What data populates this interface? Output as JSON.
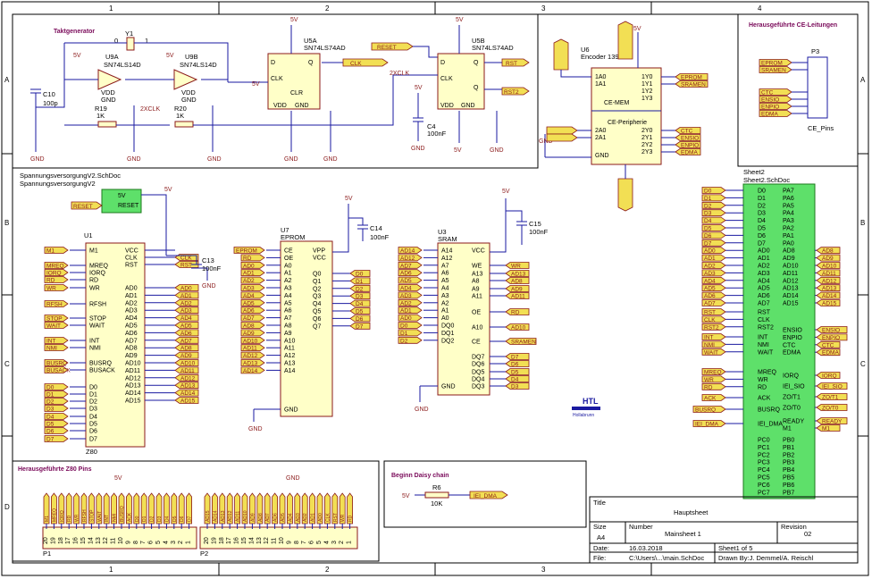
{
  "grid": {
    "cols": [
      "1",
      "2",
      "3",
      "4"
    ],
    "rows": [
      "A",
      "B",
      "C",
      "D"
    ]
  },
  "sections": {
    "taktgenerator": "Taktgenerator",
    "ce_leitungen": "Herausgeführte CE-Leitungen",
    "spannung": "SpannungsversorgungV2.SchDoc",
    "spannung_name": "SpannungsversorgungV2",
    "z80_pins": "Herausgeführte Z80 Pins",
    "daisy": "Beginn Daisy chain"
  },
  "parts": {
    "y1": {
      "ref": "Y1",
      "pin0": "0",
      "pin1": "1"
    },
    "u9a": {
      "ref": "U9A",
      "part": "SN74LS14D"
    },
    "u9b": {
      "ref": "U9B",
      "part": "SN74LS14D"
    },
    "c10": {
      "ref": "C10",
      "value": "100p"
    },
    "r19": {
      "ref": "R19",
      "value": "1K"
    },
    "r20": {
      "ref": "R20",
      "value": "1K"
    },
    "u5a": {
      "ref": "U5A",
      "part": "SN74LS74AD"
    },
    "u5b": {
      "ref": "U5B",
      "part": "SN74LS74AD"
    },
    "c4": {
      "ref": "C4",
      "value": "100nF"
    },
    "u6": {
      "ref": "U6",
      "part": "Encoder 139",
      "a": "CE-MEM",
      "b": "CE-Peripherie"
    },
    "p3": {
      "ref": "P3",
      "part": "CE_Pins"
    },
    "u1": {
      "ref": "U1",
      "part": "Z80"
    },
    "c13": {
      "ref": "C13",
      "value": "100nF"
    },
    "u7": {
      "ref": "U7",
      "part": "EPROM"
    },
    "c14": {
      "ref": "C14",
      "value": "100nF"
    },
    "u3": {
      "ref": "U3",
      "part": "SRAM"
    },
    "c15": {
      "ref": "C15",
      "value": "100nF"
    },
    "sheet2": {
      "ref": "Sheet2",
      "file": "Sheet2.SchDoc"
    },
    "r6": {
      "ref": "R6",
      "value": "10K"
    },
    "p1": {
      "ref": "P1"
    },
    "p2": {
      "ref": "P2"
    }
  },
  "nets": {
    "v5": "5V",
    "gnd": "GND",
    "clk": "CLK",
    "x2clk": "2XCLK",
    "reset": "RESET",
    "rst": "RST",
    "rst2": "RST2",
    "vdd": "VDD",
    "iei_dma": "IEI_DMA"
  },
  "ce_outputs": [
    "EPROM",
    "SRAMEN",
    "CTC",
    "ENSIO",
    "ENPIO",
    "EDMA"
  ],
  "u1_left_pins": [
    "M1",
    "MREQ",
    "IORQ",
    "RD",
    "WR",
    "RFSH",
    "STOP",
    "WAIT",
    "INT",
    "NMI",
    "BUSRQ",
    "BUSACK",
    "D0",
    "D1",
    "D2",
    "D3",
    "D4",
    "D5",
    "D6",
    "D7"
  ],
  "u1_right_pins": [
    "VCC",
    "CLK",
    "RST",
    "WR",
    "AD0",
    "AD1",
    "AD2",
    "AD3",
    "AD4",
    "AD5",
    "AD6",
    "AD7",
    "AD8",
    "AD9",
    "AD10",
    "AD11",
    "AD12",
    "AD13",
    "AD14",
    "AD15"
  ],
  "u7_left_pins": [
    "CE",
    "OE",
    "A0",
    "A1",
    "A2",
    "A3",
    "A4",
    "A5",
    "A6",
    "A7",
    "A8",
    "A9",
    "A10",
    "A11",
    "A12",
    "A13",
    "A14",
    "GND"
  ],
  "u7_right_pins": [
    "VPP",
    "VCC",
    "Q0",
    "Q1",
    "Q2",
    "Q3",
    "Q4",
    "Q5",
    "Q6",
    "Q7"
  ],
  "u3_left_pins": [
    "A14",
    "A12",
    "A7",
    "A6",
    "A5",
    "A4",
    "A3",
    "A2",
    "A1",
    "A0",
    "DQ0",
    "DQ1",
    "DQ2",
    "GND"
  ],
  "u3_right_pins": [
    "VCC",
    "WE",
    "A13",
    "A8",
    "A9",
    "A11",
    "OE",
    "A10",
    "CE",
    "DQ7",
    "DQ6",
    "DQ5",
    "DQ4",
    "DQ3"
  ],
  "sheet2_left": [
    "D0",
    "D1",
    "D2",
    "D3",
    "D4",
    "D5",
    "D6",
    "D7",
    "AD0",
    "AD1",
    "AD2",
    "AD3",
    "AD4",
    "AD5",
    "AD6",
    "AD7",
    "RST",
    "CLK",
    "RST2",
    "INT",
    "NMI",
    "WAIT",
    "MREQ",
    "WR",
    "RD",
    "ACK",
    "BUSRQ",
    "IEI_DMA"
  ],
  "sheet2_right": [
    "PA7",
    "PA6",
    "PA5",
    "PA4",
    "PA3",
    "PA2",
    "PA1",
    "PA0",
    "AD8",
    "AD9",
    "AD10",
    "AD11",
    "AD12",
    "AD13",
    "AD14",
    "AD15",
    "ENSIO",
    "ENPIO",
    "CTC",
    "EDMA",
    "IORQ",
    "IEI_SIO",
    "ZO/T1",
    "ZO/T0",
    "READY",
    "M1",
    "PB0",
    "PB1",
    "PB2",
    "PB3",
    "PB4",
    "PB5",
    "PB6",
    "PB7"
  ],
  "sheet2_bottom_left": [
    "PC0",
    "PC1",
    "PC2",
    "PC3",
    "PC4",
    "PC5",
    "PC6",
    "PC7"
  ],
  "logo": {
    "text": "HTL",
    "sub": "Hollabrunn"
  },
  "title_block": {
    "title_label": "Title",
    "title": "Hauptsheet",
    "size_label": "Size",
    "size": "A4",
    "number_label": "Number",
    "number": "Mainsheet 1",
    "revision_label": "Revision",
    "revision": "02",
    "date_label": "Date:",
    "date": "16.03.2018",
    "file_label": "File:",
    "file": "C:\\Users\\...\\main.SchDoc",
    "sheet": "Sheet1 of 5",
    "drawn": "Drawn By:J. Demmel/A. Reischl"
  }
}
